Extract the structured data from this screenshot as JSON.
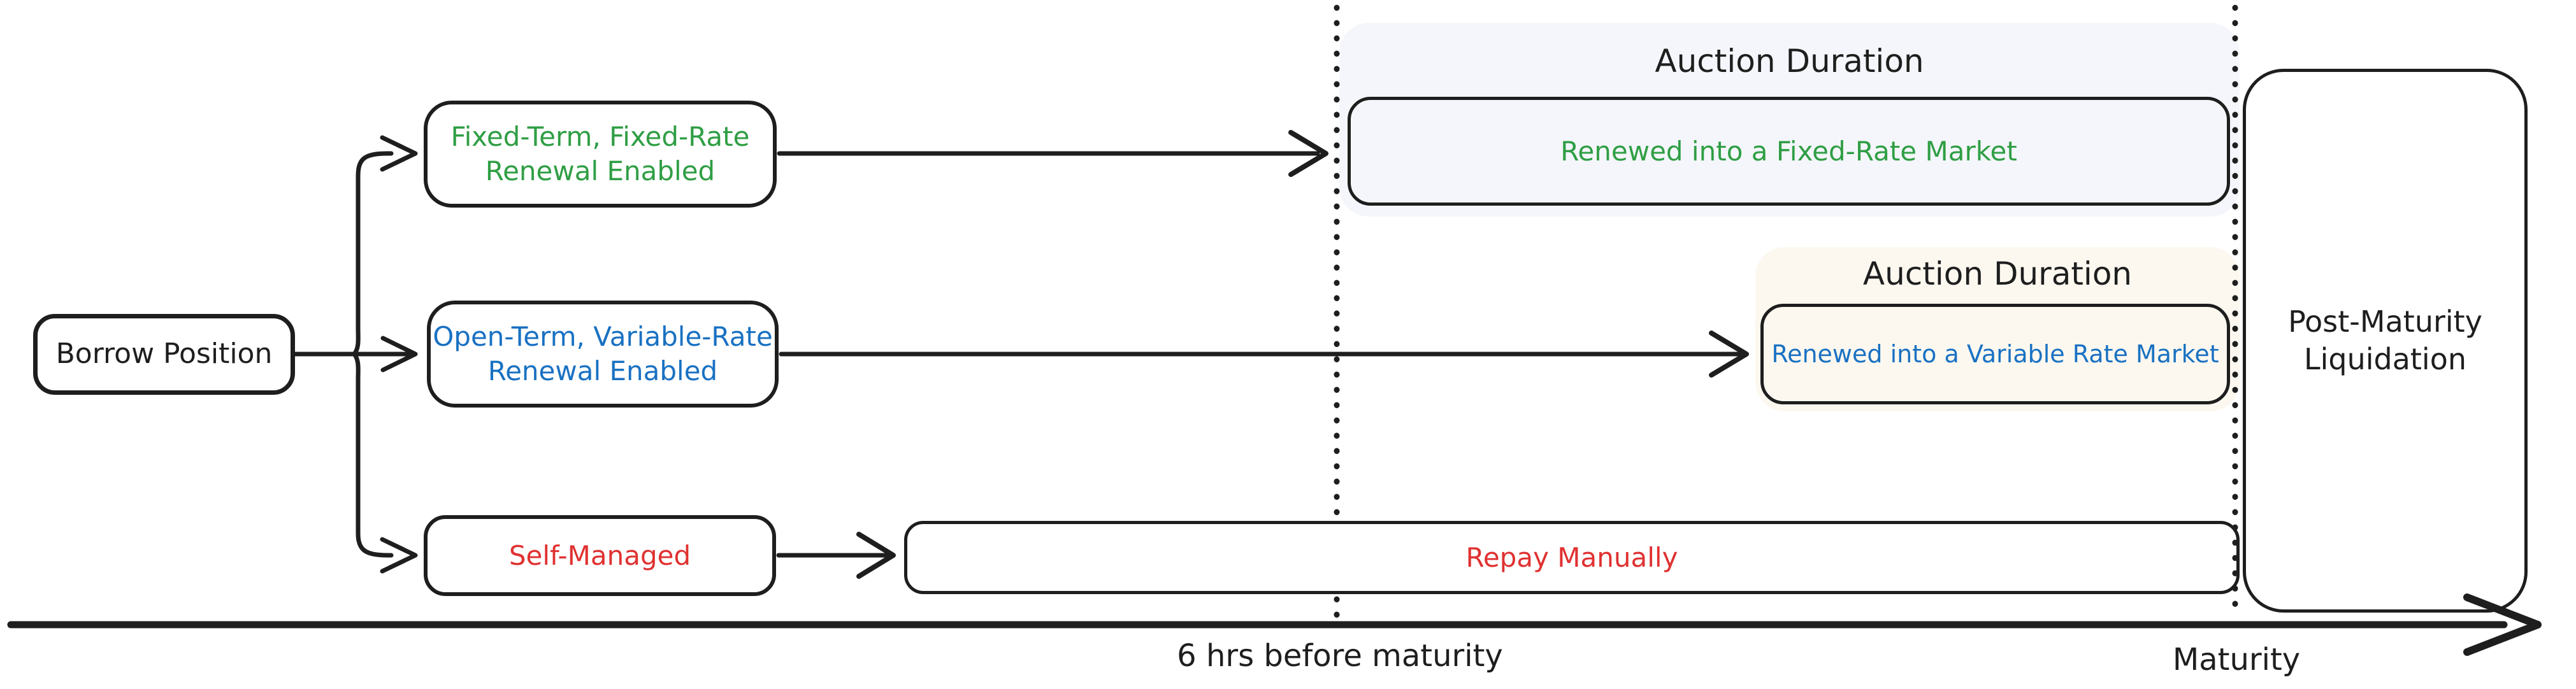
{
  "colors": {
    "ink": "#1e1e1e",
    "green": "#2f9e44",
    "blue": "#1971c2",
    "red": "#e03131",
    "panel-blue": "#f4f6fb",
    "panel-cream": "#fcf8f0",
    "bg": "#ffffff"
  },
  "nodes": {
    "borrow": {
      "label": "Borrow Position"
    },
    "fixed_term": {
      "line1": "Fixed-Term, Fixed-Rate",
      "line2": "Renewal Enabled"
    },
    "open_term": {
      "line1": "Open-Term, Variable-Rate",
      "line2": "Renewal Enabled"
    },
    "self_managed": {
      "label": "Self-Managed"
    },
    "repay": {
      "label": "Repay Manually"
    },
    "fixed_market": {
      "label": "Renewed into a Fixed-Rate Market"
    },
    "variable_market": {
      "label": "Renewed into a Variable Rate Market"
    },
    "post_maturity": {
      "line1": "Post-Maturity",
      "line2": "Liquidation"
    }
  },
  "regions": {
    "auction_fixed": {
      "title": "Auction Duration"
    },
    "auction_variable": {
      "title": "Auction Duration"
    }
  },
  "timeline": {
    "label_before": "6 hrs before maturity",
    "label_maturity": "Maturity"
  }
}
